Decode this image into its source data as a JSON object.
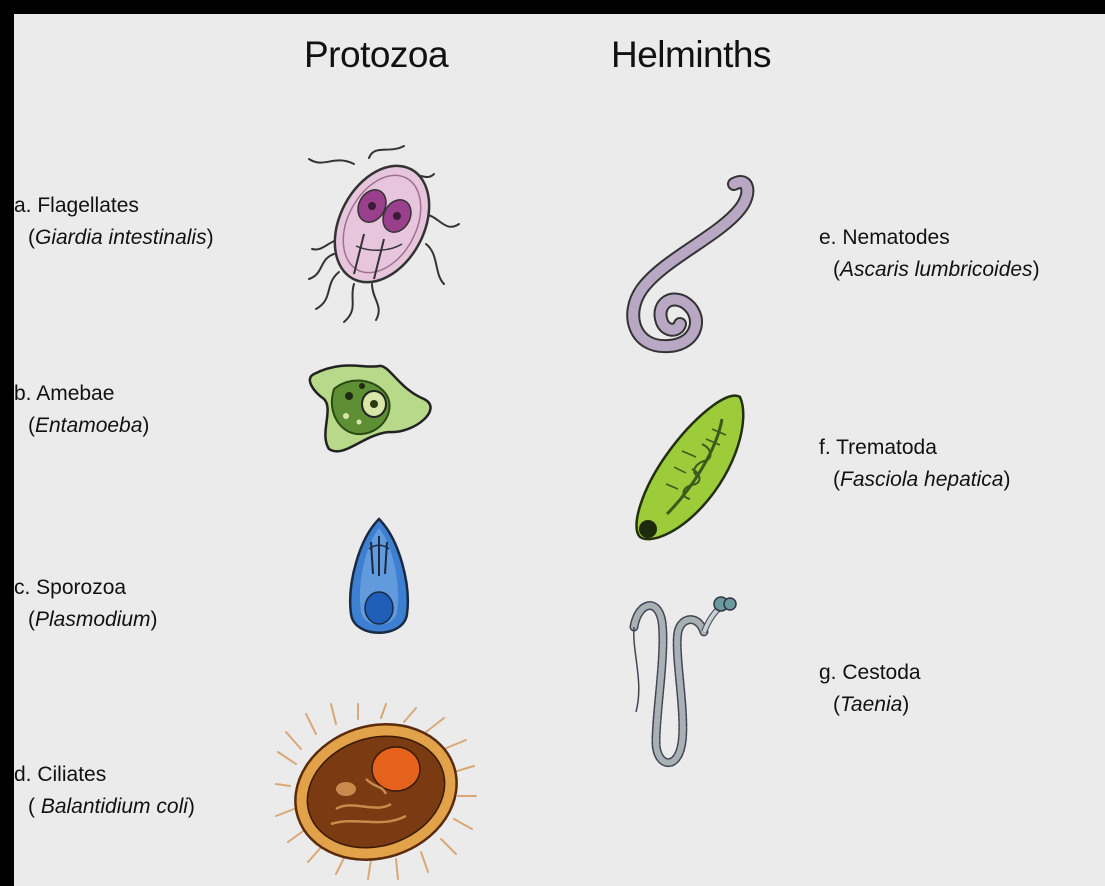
{
  "headings": {
    "protozoa": "Protozoa",
    "helminths": "Helminths"
  },
  "organisms": {
    "a": {
      "group": "a. Flagellates",
      "species": "Giardia intestinalis"
    },
    "b": {
      "group": "b. Amebae",
      "species": "Entamoeba"
    },
    "c": {
      "group": "c. Sporozoa",
      "species": "Plasmodium"
    },
    "d": {
      "group": "d. Ciliates",
      "species": "Balantidium coli"
    },
    "e": {
      "group": "e. Nematodes",
      "species": "Ascaris lumbricoides"
    },
    "f": {
      "group": "f. Trematoda",
      "species": "Fasciola hepatica"
    },
    "g": {
      "group": "g. Cestoda",
      "species": "Taenia"
    }
  },
  "colors": {
    "background": "#ebebeb",
    "frame": "#000000",
    "giardia": "#e7c6dd",
    "amoeba": "#8fb357",
    "plasmodium": "#3d7fd0",
    "balantidium": "#7a3a12",
    "ascaris": "#b9a8c4",
    "fasciola": "#9ccc3a",
    "taenia": "#a8b2b4"
  }
}
